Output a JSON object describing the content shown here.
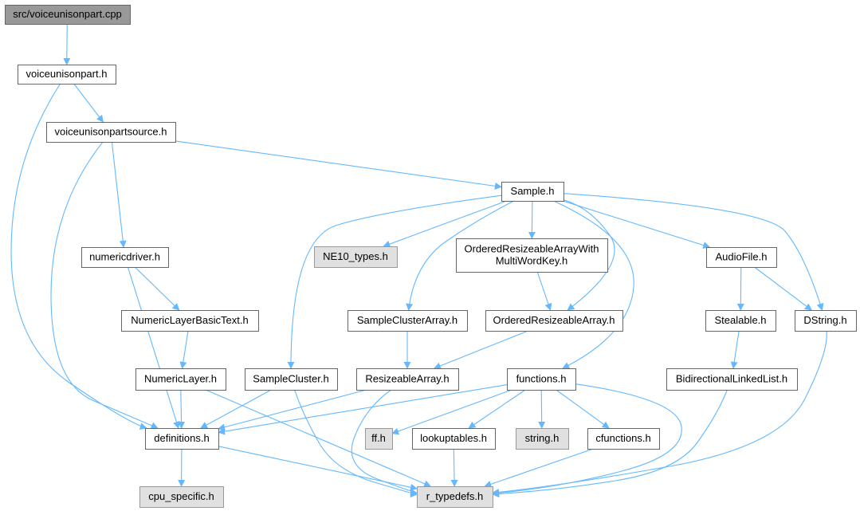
{
  "colors": {
    "edge": "#63b8ff",
    "node_border": "#666666",
    "node_fill": "#ffffff",
    "system_fill": "#e0e0e0",
    "system_border": "#999999",
    "root_fill": "#999999",
    "root_border": "#666666"
  },
  "nodes": [
    {
      "id": "root",
      "lines": [
        "src/voiceunisonpart.cpp"
      ],
      "kind": "root"
    },
    {
      "id": "voiceunisonpart_h",
      "lines": [
        "voiceunisonpart.h"
      ],
      "kind": "normal"
    },
    {
      "id": "voiceunisonpartsource_h",
      "lines": [
        "voiceunisonpartsource.h"
      ],
      "kind": "normal"
    },
    {
      "id": "sample_h",
      "lines": [
        "Sample.h"
      ],
      "kind": "normal"
    },
    {
      "id": "numericdriver_h",
      "lines": [
        "numericdriver.h"
      ],
      "kind": "normal"
    },
    {
      "id": "ne10_types_h",
      "lines": [
        "NE10_types.h"
      ],
      "kind": "system"
    },
    {
      "id": "orsa_mwk_h",
      "lines": [
        "OrderedResizeableArrayWith",
        "MultiWordKey.h"
      ],
      "kind": "normal"
    },
    {
      "id": "audiofile_h",
      "lines": [
        "AudioFile.h"
      ],
      "kind": "normal"
    },
    {
      "id": "numericlayerbasictext_h",
      "lines": [
        "NumericLayerBasicText.h"
      ],
      "kind": "normal"
    },
    {
      "id": "sampleclusterarray_h",
      "lines": [
        "SampleClusterArray.h"
      ],
      "kind": "normal"
    },
    {
      "id": "orderedresizeablearray_h",
      "lines": [
        "OrderedResizeableArray.h"
      ],
      "kind": "normal"
    },
    {
      "id": "stealable_h",
      "lines": [
        "Stealable.h"
      ],
      "kind": "normal"
    },
    {
      "id": "dstring_h",
      "lines": [
        "DString.h"
      ],
      "kind": "normal"
    },
    {
      "id": "numericlayer_h",
      "lines": [
        "NumericLayer.h"
      ],
      "kind": "normal"
    },
    {
      "id": "samplecluster_h",
      "lines": [
        "SampleCluster.h"
      ],
      "kind": "normal"
    },
    {
      "id": "resizeablearray_h",
      "lines": [
        "ResizeableArray.h"
      ],
      "kind": "normal"
    },
    {
      "id": "functions_h",
      "lines": [
        "functions.h"
      ],
      "kind": "normal"
    },
    {
      "id": "bidirectionallinkedlist_h",
      "lines": [
        "BidirectionalLinkedList.h"
      ],
      "kind": "normal"
    },
    {
      "id": "definitions_h",
      "lines": [
        "definitions.h"
      ],
      "kind": "normal"
    },
    {
      "id": "ff_h",
      "lines": [
        "ff.h"
      ],
      "kind": "system"
    },
    {
      "id": "lookuptables_h",
      "lines": [
        "lookuptables.h"
      ],
      "kind": "normal"
    },
    {
      "id": "string_h",
      "lines": [
        "string.h"
      ],
      "kind": "system"
    },
    {
      "id": "cfunctions_h",
      "lines": [
        "cfunctions.h"
      ],
      "kind": "normal"
    },
    {
      "id": "cpu_specific_h",
      "lines": [
        "cpu_specific.h"
      ],
      "kind": "system"
    },
    {
      "id": "r_typedefs_h",
      "lines": [
        "r_typedefs.h"
      ],
      "kind": "system"
    }
  ],
  "edges": [
    [
      "root",
      "voiceunisonpart_h"
    ],
    [
      "voiceunisonpart_h",
      "voiceunisonpartsource_h"
    ],
    [
      "voiceunisonpart_h",
      "definitions_h"
    ],
    [
      "voiceunisonpartsource_h",
      "sample_h"
    ],
    [
      "voiceunisonpartsource_h",
      "numericdriver_h"
    ],
    [
      "voiceunisonpartsource_h",
      "definitions_h"
    ],
    [
      "sample_h",
      "ne10_types_h"
    ],
    [
      "sample_h",
      "orsa_mwk_h"
    ],
    [
      "sample_h",
      "audiofile_h"
    ],
    [
      "sample_h",
      "dstring_h"
    ],
    [
      "sample_h",
      "sampleclusterarray_h"
    ],
    [
      "sample_h",
      "orderedresizeablearray_h"
    ],
    [
      "sample_h",
      "samplecluster_h"
    ],
    [
      "sample_h",
      "functions_h"
    ],
    [
      "numericdriver_h",
      "numericlayerbasictext_h"
    ],
    [
      "numericdriver_h",
      "definitions_h"
    ],
    [
      "numericlayerbasictext_h",
      "numericlayer_h"
    ],
    [
      "numericlayer_h",
      "definitions_h"
    ],
    [
      "numericlayer_h",
      "r_typedefs_h"
    ],
    [
      "orsa_mwk_h",
      "orderedresizeablearray_h"
    ],
    [
      "orderedresizeablearray_h",
      "resizeablearray_h"
    ],
    [
      "sampleclusterarray_h",
      "resizeablearray_h"
    ],
    [
      "audiofile_h",
      "stealable_h"
    ],
    [
      "audiofile_h",
      "dstring_h"
    ],
    [
      "stealable_h",
      "bidirectionallinkedlist_h"
    ],
    [
      "bidirectionallinkedlist_h",
      "r_typedefs_h"
    ],
    [
      "dstring_h",
      "r_typedefs_h"
    ],
    [
      "samplecluster_h",
      "definitions_h"
    ],
    [
      "samplecluster_h",
      "r_typedefs_h"
    ],
    [
      "resizeablearray_h",
      "definitions_h"
    ],
    [
      "resizeablearray_h",
      "r_typedefs_h"
    ],
    [
      "functions_h",
      "definitions_h"
    ],
    [
      "functions_h",
      "ff_h"
    ],
    [
      "functions_h",
      "lookuptables_h"
    ],
    [
      "functions_h",
      "string_h"
    ],
    [
      "functions_h",
      "cfunctions_h"
    ],
    [
      "functions_h",
      "r_typedefs_h"
    ],
    [
      "lookuptables_h",
      "r_typedefs_h"
    ],
    [
      "cfunctions_h",
      "r_typedefs_h"
    ],
    [
      "definitions_h",
      "cpu_specific_h"
    ],
    [
      "definitions_h",
      "r_typedefs_h"
    ]
  ]
}
